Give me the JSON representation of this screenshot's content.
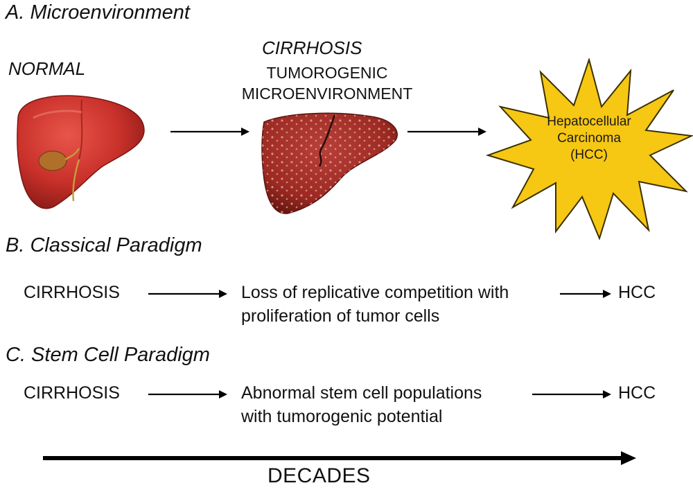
{
  "sectionA": {
    "title": "A.  Microenvironment",
    "normal_label": "NORMAL",
    "cirrhosis_label": "CIRRHOSIS",
    "cirrhosis_sub1": "TUMOROGENIC",
    "cirrhosis_sub2": "MICROENVIRONMENT",
    "hcc_line1": "Hepatocellular",
    "hcc_line2": "Carcinoma",
    "hcc_line3": "(HCC)"
  },
  "sectionB": {
    "title": "B.  Classical Paradigm",
    "start": "CIRRHOSIS",
    "middle_line1": "Loss of replicative competition with",
    "middle_line2": "proliferation of tumor cells",
    "end": "HCC"
  },
  "sectionC": {
    "title": "C.  Stem Cell Paradigm",
    "start": "CIRRHOSIS",
    "middle_line1": "Abnormal stem cell populations",
    "middle_line2": "with tumorogenic potential",
    "end": "HCC"
  },
  "timeline": {
    "label": "DECADES"
  },
  "colors": {
    "liver_normal": "#c8302a",
    "liver_cirrhotic": "#9c2a22",
    "star_fill": "#f6c713",
    "star_stroke": "#3a3000"
  }
}
